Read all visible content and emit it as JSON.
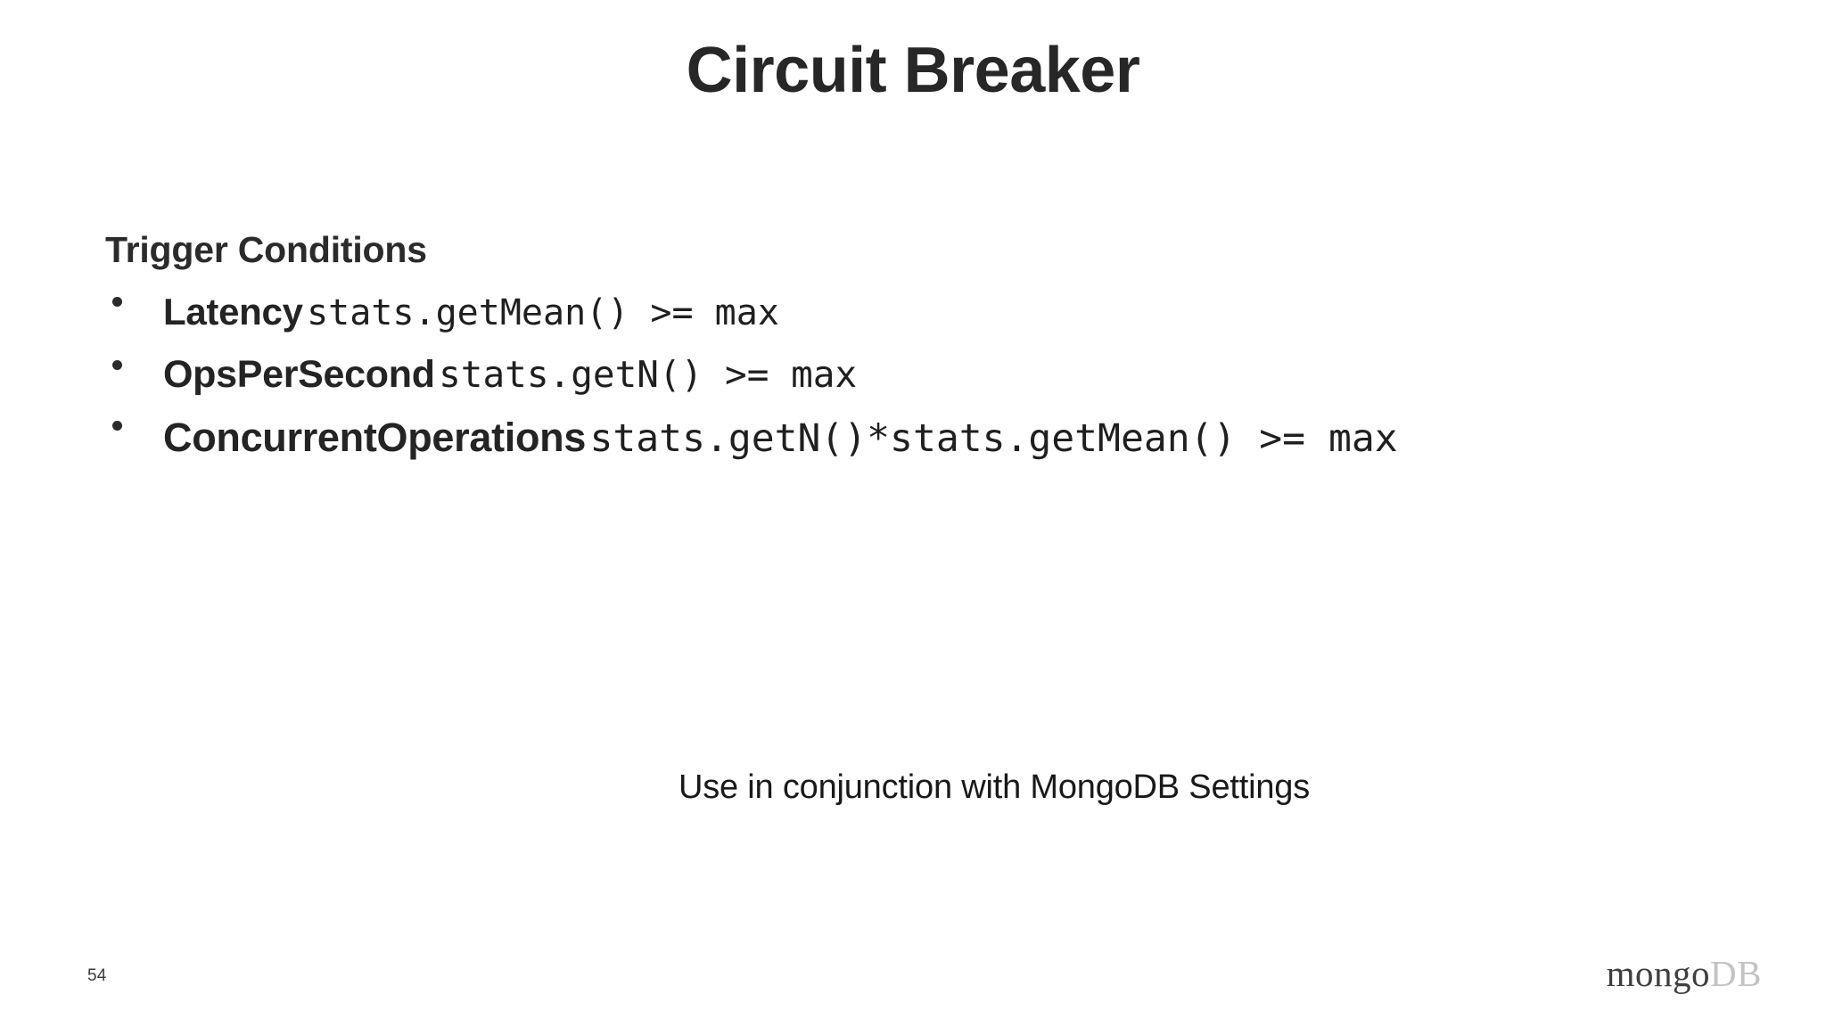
{
  "slide": {
    "title": "Circuit Breaker",
    "page_number": "54",
    "background_color": "#ffffff",
    "text_color": "#262626"
  },
  "body": {
    "section_heading": "Trigger Conditions",
    "bullets": [
      {
        "marker": "bullet-dot",
        "label": "Latency",
        "code": "stats.getMean() >= max"
      },
      {
        "marker": "bullet-dot",
        "label": "OpsPerSecond",
        "code": "stats.getN() >= max"
      },
      {
        "marker": "bullet-dot",
        "label": "ConcurrentOperations",
        "code": "stats.getN()*stats.getMean() >= max"
      }
    ]
  },
  "caption": {
    "text": "Use in conjunction with MongoDB Settings"
  },
  "branding": {
    "logo_primary": "mongo",
    "logo_secondary": "DB",
    "logo_primary_color": "#403f3f",
    "logo_secondary_color": "#c3c3c3"
  }
}
